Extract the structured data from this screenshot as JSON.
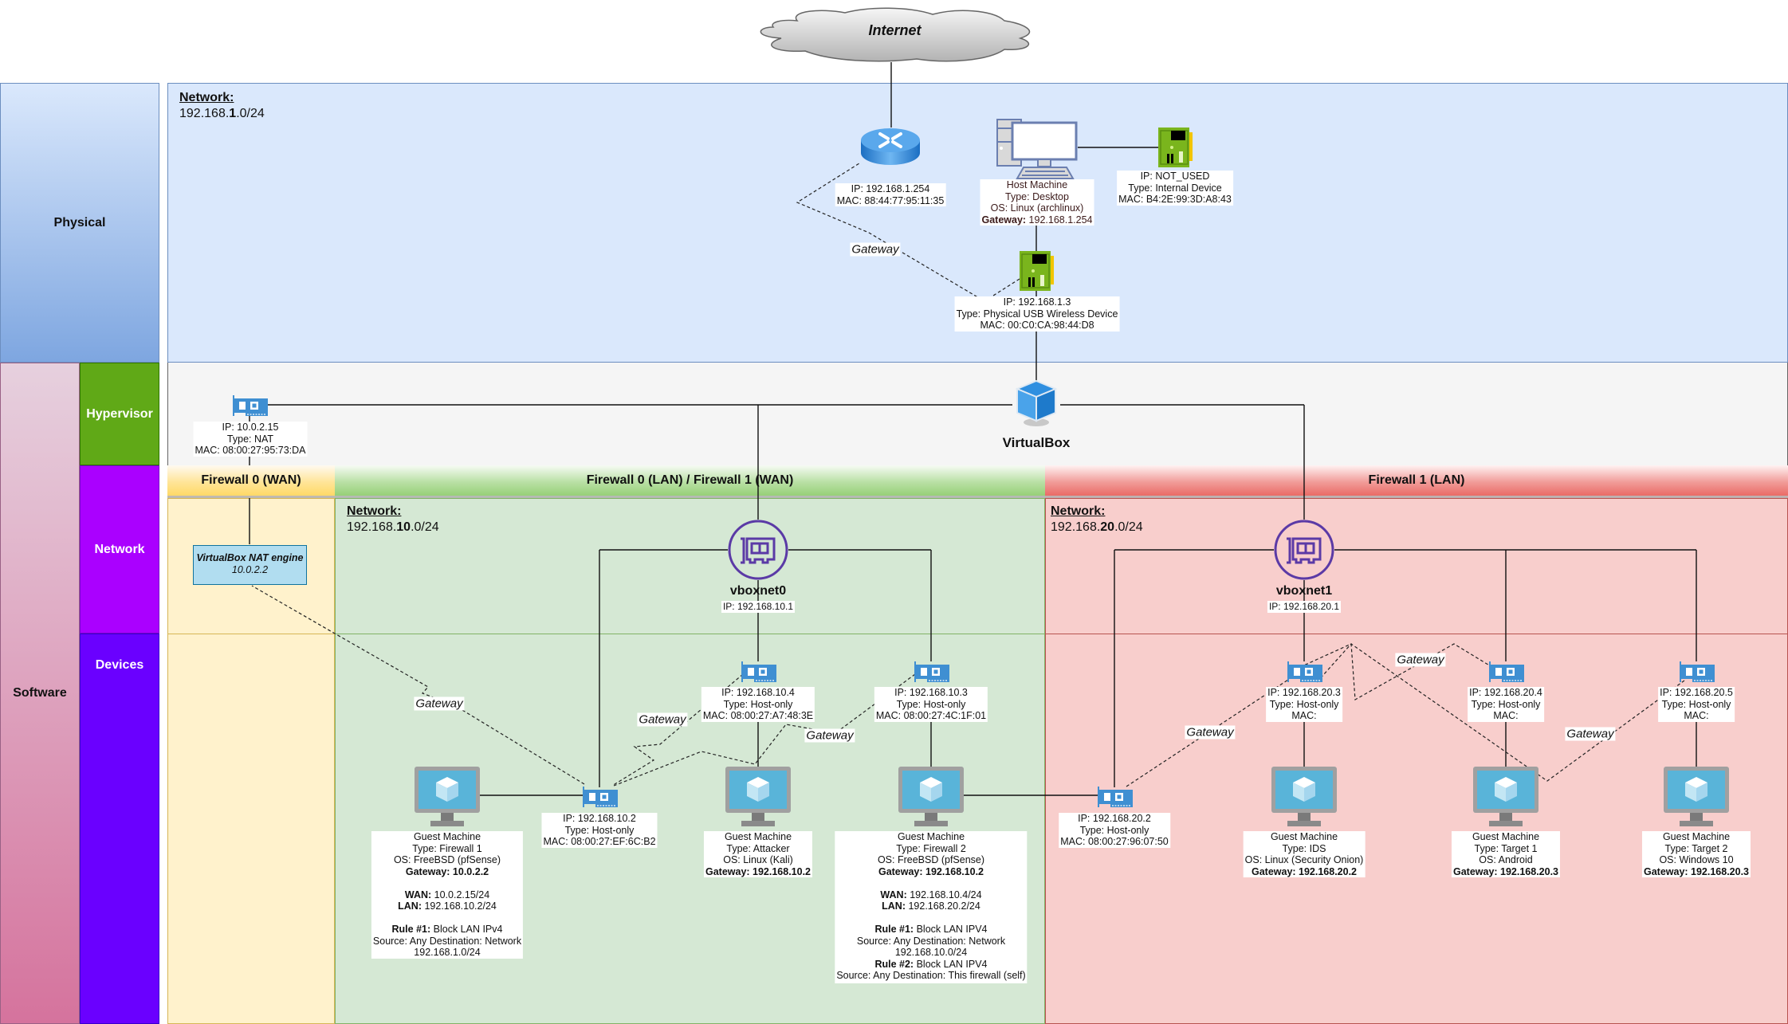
{
  "internet": {
    "label": "Internet"
  },
  "lanes": {
    "physical": "Physical",
    "software": "Software",
    "hypervisor": "Hypervisor",
    "network": "Network",
    "devices": "Devices"
  },
  "colors": {
    "physical_bg": "#dae8fc",
    "hypervisor_bg": "#f5f5f5",
    "wan_bg": "#fff2cc",
    "lan10_bg": "#d5e8d4",
    "lan20_bg": "#f8cecc",
    "hypervisor_lane": "#60a917",
    "network_lane": "#aa00ff",
    "devices_lane": "#6a00ff",
    "vboxnet_stroke": "#5b3aa6",
    "nic_blue": "#3f8fd2"
  },
  "physical_network": {
    "heading": "Network:",
    "prefix": "192.168.",
    "bold": "1",
    "suffix": ".0/24"
  },
  "router": {
    "lines": [
      "IP: 192.168.1.254",
      "MAC: 88:44:77:95:11:35"
    ]
  },
  "host_machine": {
    "lines": [
      "Host Machine",
      "Type: Desktop",
      "OS: Linux (archlinux)"
    ],
    "gateway_label": "Gateway:",
    "gateway_value": " 192.168.1.254"
  },
  "internal_device": {
    "lines": [
      "IP: NOT_USED",
      "Type: Internal Device",
      "MAC: B4:2E:99:3D:A8:43"
    ]
  },
  "usb_device": {
    "lines": [
      "IP: 192.168.1.3",
      "Type: Physical USB Wireless Device",
      "MAC: 00:C0:CA:98:44:D8"
    ]
  },
  "virtualbox": {
    "label": "VirtualBox"
  },
  "nat_nic": {
    "lines": [
      "IP: 10.0.2.15",
      "Type: NAT",
      "MAC: 08:00:27:95:73:DA"
    ]
  },
  "firewall_headers": {
    "wan": "Firewall 0 (WAN)",
    "lan10": "Firewall 0 (LAN) / Firewall 1 (WAN)",
    "lan20": "Firewall 1 (LAN)"
  },
  "nat_engine": {
    "title": "VirtualBox NAT engine",
    "ip": "10.0.2.2"
  },
  "net10": {
    "heading": "Network:",
    "prefix": "192.168.",
    "bold": "10",
    "suffix": ".0/24"
  },
  "net20": {
    "heading": "Network:",
    "prefix": "192.168.",
    "bold": "20",
    "suffix": ".0/24"
  },
  "vboxnet0": {
    "name": "vboxnet0",
    "ip": "IP: 192.168.10.1"
  },
  "vboxnet1": {
    "name": "vboxnet1",
    "ip": "IP: 192.168.20.1"
  },
  "gateway_label": "Gateway",
  "nics": {
    "fw1_lan": [
      "IP: 192.168.10.2",
      "Type: Host-only",
      "MAC: 08:00:27:EF:6C:B2"
    ],
    "kali": [
      "IP: 192.168.10.4",
      "Type: Host-only",
      "MAC: 08:00:27:A7:48:3E"
    ],
    "fw2_wan": [
      "IP: 192.168.10.3",
      "Type: Host-only",
      "MAC: 08:00:27:4C:1F:01"
    ],
    "fw2_lan": [
      "IP: 192.168.20.2",
      "Type: Host-only",
      "MAC: 08:00:27:96:07:50"
    ],
    "ids": [
      "IP: 192.168.20.3",
      "Type: Host-only",
      "MAC:"
    ],
    "target1": [
      "IP: 192.168.20.4",
      "Type: Host-only",
      "MAC:"
    ],
    "target2": [
      "IP: 192.168.20.5",
      "Type: Host-only",
      "MAC:"
    ]
  },
  "machines": {
    "firewall1": {
      "lines": [
        "Guest Machine",
        "Type: Firewall 1",
        "OS: FreeBSD (pfSense)"
      ],
      "gateway": "Gateway: 10.0.2.2",
      "wan_label": "WAN:",
      "wan_value": " 10.0.2.15/24",
      "lan_label": "LAN:",
      "lan_value": " 192.168.10.2/24",
      "rule1_label": "Rule #1:",
      "rule1_value": " Block LAN IPv4",
      "rule1_detail": [
        "Source: Any Destination: Network",
        "192.168.1.0/24"
      ]
    },
    "attacker": {
      "lines": [
        "Guest Machine",
        "Type: Attacker",
        "OS: Linux (Kali)"
      ],
      "gateway": "Gateway: 192.168.10.2"
    },
    "firewall2": {
      "lines": [
        "Guest Machine",
        "Type: Firewall 2",
        "OS: FreeBSD (pfSense)"
      ],
      "gateway": "Gateway: 192.168.10.2",
      "wan_label": "WAN:",
      "wan_value": " 192.168.10.4/24",
      "lan_label": "LAN:",
      "lan_value": " 192.168.20.2/24",
      "rule1_label": "Rule #1:",
      "rule1_value": " Block LAN IPV4",
      "rule1_detail": [
        "Source: Any Destination: Network",
        "192.168.10.0/24"
      ],
      "rule2_label": "Rule #2:",
      "rule2_value": " Block LAN IPV4",
      "rule2_detail": "Source: Any Destination: This firewall (self)"
    },
    "ids": {
      "lines": [
        "Guest Machine",
        "Type: IDS",
        "OS: Linux (Security Onion)"
      ],
      "gateway": "Gateway: 192.168.20.2"
    },
    "target1": {
      "lines": [
        "Guest Machine",
        "Type: Target 1",
        "OS: Android"
      ],
      "gateway": "Gateway: 192.168.20.3"
    },
    "target2": {
      "lines": [
        "Guest Machine",
        "Type: Target 2",
        "OS: Windows 10"
      ],
      "gateway": "Gateway: 192.168.20.3"
    }
  }
}
